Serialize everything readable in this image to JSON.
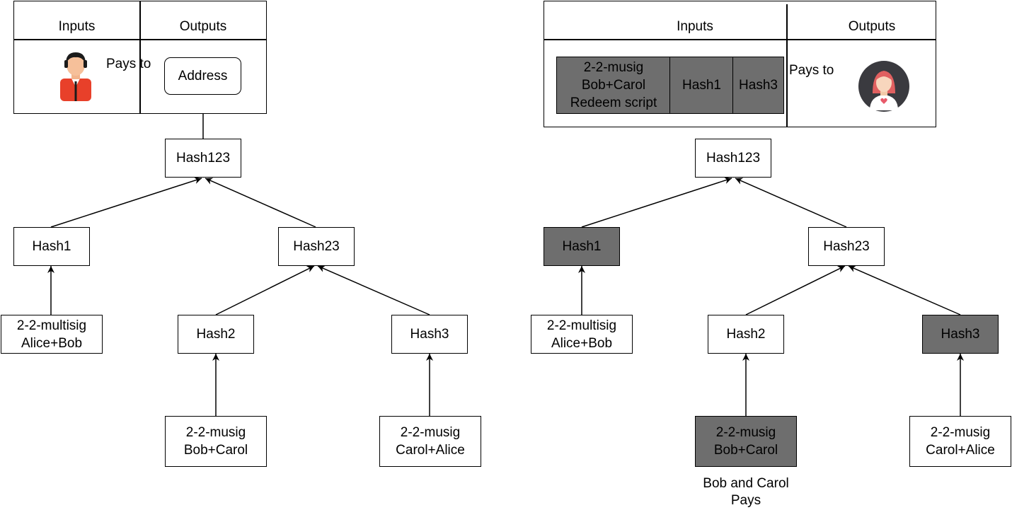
{
  "left_diagram": {
    "table": {
      "inputs_header": "Inputs",
      "outputs_header": "Outputs",
      "pays_to": "Pays to",
      "address": "Address"
    },
    "nodes": {
      "hash123": "Hash123",
      "hash1": "Hash1",
      "hash23": "Hash23",
      "hash2": "Hash2",
      "hash3": "Hash3",
      "leaf_alice_bob": {
        "line1": "2-2-multisig",
        "line2": "Alice+Bob"
      },
      "leaf_bob_carol": {
        "line1": "2-2-musig",
        "line2": "Bob+Carol"
      },
      "leaf_carol_alice": {
        "line1": "2-2-musig",
        "line2": "Carol+Alice"
      }
    }
  },
  "right_diagram": {
    "table": {
      "inputs_header": "Inputs",
      "outputs_header": "Outputs",
      "pays_to": "Pays to",
      "redeem": {
        "line1": "2-2-musig",
        "line2": "Bob+Carol",
        "line3": "Redeem script"
      },
      "hash1": "Hash1",
      "hash3": "Hash3"
    },
    "nodes": {
      "hash123": "Hash123",
      "hash1": "Hash1",
      "hash23": "Hash23",
      "hash2": "Hash2",
      "hash3": "Hash3",
      "leaf_alice_bob": {
        "line1": "2-2-multisig",
        "line2": "Alice+Bob"
      },
      "leaf_bob_carol": {
        "line1": "2-2-musig",
        "line2": "Bob+Carol"
      },
      "leaf_carol_alice": {
        "line1": "2-2-musig",
        "line2": "Carol+Alice"
      }
    },
    "caption": {
      "line1": "Bob and Carol",
      "line2": "Pays"
    }
  },
  "colors": {
    "highlight": "#6e6e6e",
    "man_shirt": "#e8402a",
    "woman_bg": "#3a3a3f",
    "woman_hair": "#e06060"
  },
  "icons": {
    "payer": "man-avatar-icon",
    "payee": "woman-avatar-icon"
  }
}
